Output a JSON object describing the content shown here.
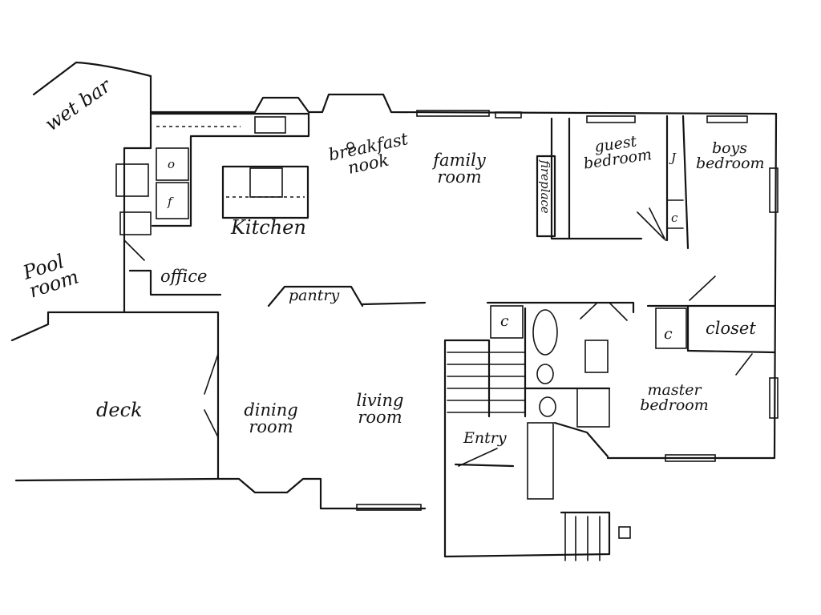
{
  "labels": {
    "wet_bar": "wet bar",
    "pool_room": "Pool room",
    "deck": "deck",
    "kitchen": "Kitchen",
    "office": "office",
    "pantry": "pantry",
    "dining_room": "dining room",
    "living_room": "living room",
    "breakfast_nook": "breakfast nook",
    "family_room": "family room",
    "fireplace": "fireplace",
    "guest_bedroom": "guest bedroom",
    "boys_bedroom": "boys bedroom",
    "closet": "closet",
    "master_bedroom": "master bedroom",
    "entry": "Entry",
    "appliance_o": "o",
    "appliance_f": "f",
    "closet_c": "c",
    "closet_j": "J"
  }
}
